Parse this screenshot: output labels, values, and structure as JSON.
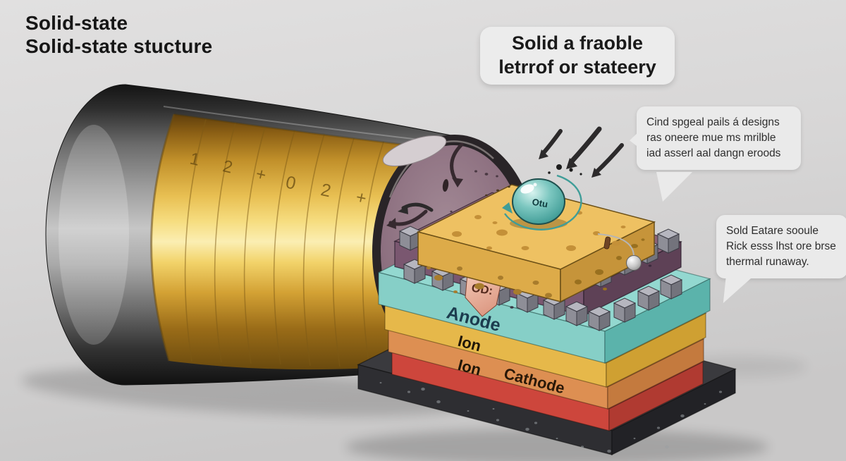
{
  "title": {
    "line1": "Solid-state",
    "line2": "Solid-state stucture"
  },
  "bubble": {
    "line1": "Solid a fraoble",
    "line2": "letrrof or stateery"
  },
  "callout_design": {
    "line1": "Cind spgeal pails á designs",
    "line2": "ras oneere mue ms mrilble",
    "line3": "iad asserl aal dangn eroods"
  },
  "callout_thermal": {
    "line1": "Sold Eatare sooule",
    "line2": "Rick esss lhst ore brse",
    "line3": "thermal runaway."
  },
  "battery": {
    "marking_left": "1 2 +",
    "marking_right": "0 2 +"
  },
  "stack": {
    "anode_label": "Anode",
    "ion_label_1": "Ion",
    "ion_label_2": "Ion",
    "cathode_label": "Cathode",
    "ribbon_label": "OD:",
    "droplet_label": "Otu"
  },
  "colors": {
    "background": "#d7d6d6",
    "casing_dark": "#1c1c1c",
    "casing_light": "#c3c3c3",
    "gold": "#e9c050",
    "gold_highlight": "#fbeeb2",
    "cut_face_mauve": "#8f7380",
    "sponge_yellow": "#e7ba55",
    "separator_purple": "#7b5970",
    "anode_teal": "#74c5bd",
    "ion_yellow": "#e0b244",
    "cathode_orange": "#d98a4e",
    "red_layer": "#c8453a",
    "base_charcoal": "#2c2c30",
    "droplet_teal": "#55b0a9",
    "ribbon_pink": "#efbfad",
    "bubble_bg": "#ebebeb",
    "text_dark": "#1a1a1a"
  }
}
